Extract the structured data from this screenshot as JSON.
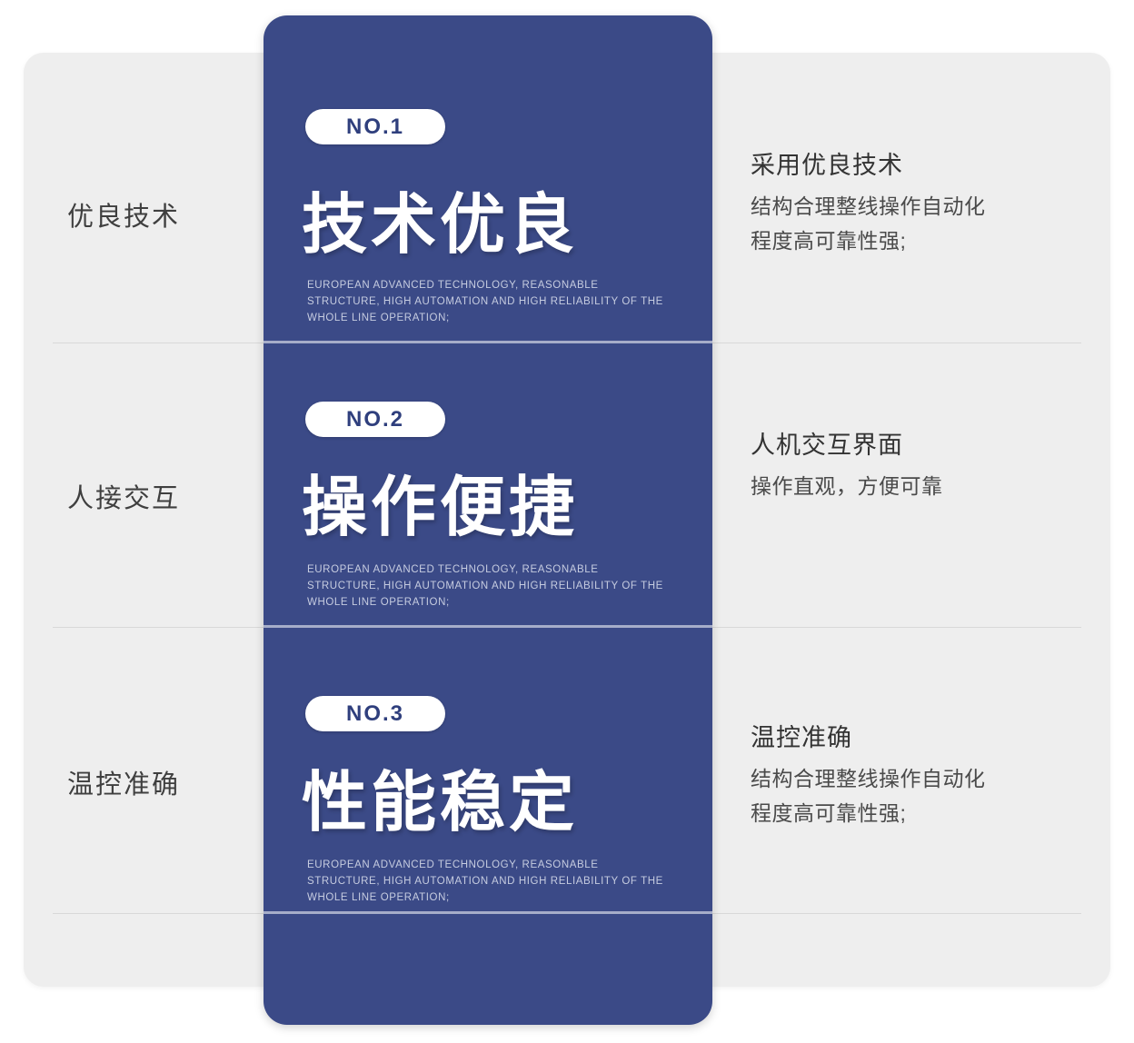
{
  "theme": {
    "brand_blue": "#3b4a87",
    "panel_gray": "#eeeeee",
    "badge_white": "#ffffff",
    "subtext_gray": "#c6cce0"
  },
  "left_labels": [
    {
      "text": "优良技术"
    },
    {
      "text": "人接交互"
    },
    {
      "text": "温控准确"
    }
  ],
  "cards": [
    {
      "badge": "NO.1",
      "headline": "技术优良",
      "subtext": "EUROPEAN ADVANCED TECHNOLOGY, REASONABLE STRUCTURE, HIGH AUTOMATION AND HIGH RELIABILITY OF THE WHOLE LINE OPERATION;"
    },
    {
      "badge": "NO.2",
      "headline": "操作便捷",
      "subtext": "EUROPEAN ADVANCED TECHNOLOGY, REASONABLE STRUCTURE, HIGH AUTOMATION AND HIGH RELIABILITY OF THE WHOLE LINE OPERATION;"
    },
    {
      "badge": "NO.3",
      "headline": "性能稳定",
      "subtext": "EUROPEAN ADVANCED TECHNOLOGY, REASONABLE STRUCTURE, HIGH AUTOMATION AND HIGH RELIABILITY OF THE WHOLE LINE OPERATION;"
    }
  ],
  "right_blocks": [
    {
      "title": "采用优良技术",
      "line1": "结构合理整线操作自动化",
      "line2": "程度高可靠性强;"
    },
    {
      "title": "人机交互界面",
      "line1": "操作直观，方便可靠",
      "line2": ""
    },
    {
      "title": "温控准确",
      "line1": "结构合理整线操作自动化",
      "line2": "程度高可靠性强;"
    }
  ]
}
